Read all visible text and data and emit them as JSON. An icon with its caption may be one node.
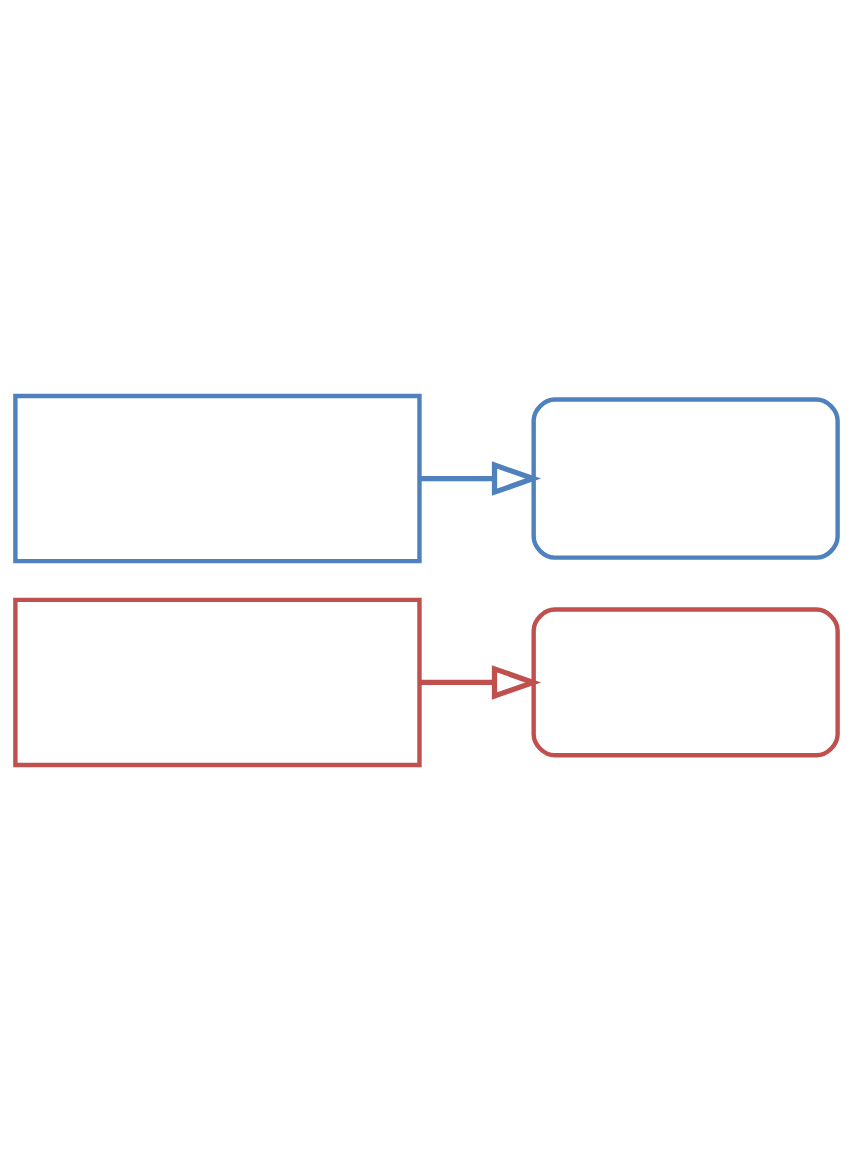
{
  "diagram": {
    "nodes": [
      {
        "text": [],
        "shape": "box"
      },
      {
        "text": [],
        "shape": "box"
      },
      {
        "text": [],
        "shape": "box"
      },
      {
        "text": [],
        "shape": "box"
      }
    ],
    "edges": [
      {
        "from": 0,
        "to": 1,
        "arrow": "to",
        "color": "#c0504d"
      },
      {
        "from": 2,
        "to": 3,
        "arrow": "to",
        "color": "#4f81bd"
      }
    ]
  }
}
